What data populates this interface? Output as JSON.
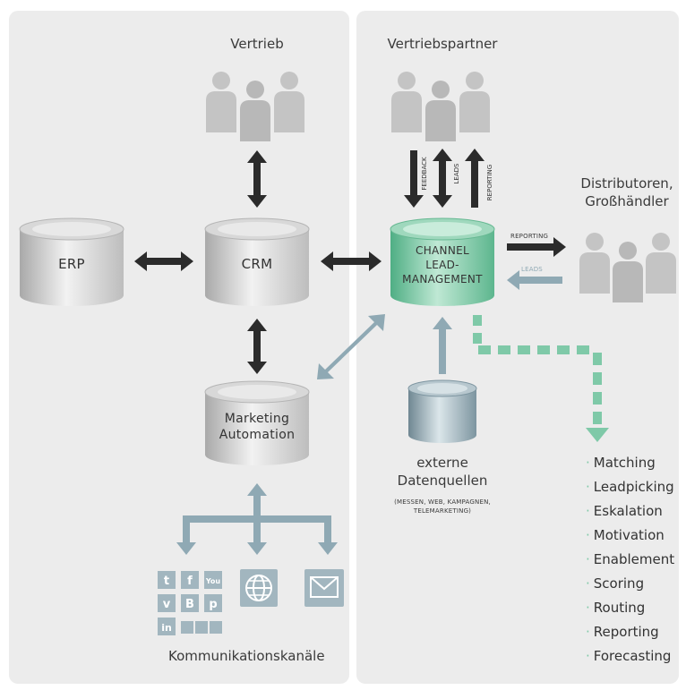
{
  "groups": {
    "vertrieb": "Vertrieb",
    "vertriebspartner": "Vertriebspartner",
    "distributoren_line1": "Distributoren,",
    "distributoren_line2": "Großhändler"
  },
  "nodes": {
    "erp": "ERP",
    "crm": "CRM",
    "channel_line1": "CHANNEL",
    "channel_line2": "LEAD-",
    "channel_line3": "MANAGEMENT",
    "marketing_line1": "Marketing",
    "marketing_line2": "Automation",
    "externe_line1": "externe",
    "externe_line2": "Datenquellen",
    "externe_sub_line1": "(MESSEN, WEB, KAMPAGNEN,",
    "externe_sub_line2": "TELEMARKETING)"
  },
  "arrow_labels": {
    "feedback": "FEEDBACK",
    "leads_up": "LEADS",
    "reporting_up": "REPORTING",
    "reporting_right": "REPORTING",
    "leads_left": "LEADS"
  },
  "channels_label": "Kommunikationskanäle",
  "features": [
    "Matching",
    "Leadpicking",
    "Eskalation",
    "Motivation",
    "Enablement",
    "Scoring",
    "Routing",
    "Reporting",
    "Forecasting"
  ],
  "colors": {
    "panel": "#ececec",
    "people": "#c4c4c4",
    "arrow_dark": "#2b2b2b",
    "arrow_blue": "#8fa9b4",
    "accent_green": "#7fc9a8"
  }
}
